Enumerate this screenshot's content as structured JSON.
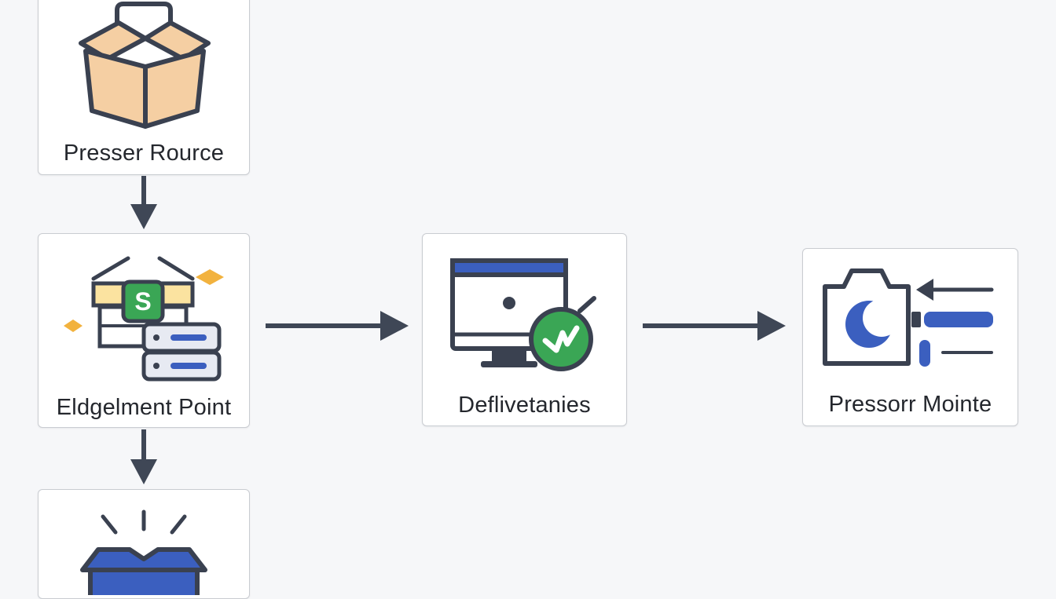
{
  "diagram": {
    "nodes": {
      "source": {
        "label": "Presser Rource",
        "icon": "open-box-icon"
      },
      "engagement": {
        "label": "Eldgelment Point",
        "icon": "server-exchange-icon"
      },
      "deliverables": {
        "label": "Deflivetanies",
        "icon": "monitor-check-icon"
      },
      "monitor": {
        "label": "Pressorr Mointe",
        "icon": "camera-input-icon"
      },
      "output": {
        "label": "",
        "icon": "open-blue-box-icon"
      }
    },
    "edges": [
      {
        "from": "source",
        "to": "engagement"
      },
      {
        "from": "engagement",
        "to": "deliverables"
      },
      {
        "from": "deliverables",
        "to": "monitor"
      },
      {
        "from": "engagement",
        "to": "output"
      }
    ]
  },
  "colors": {
    "stroke": "#3a4150",
    "arrow": "#3f4756",
    "box_fill": "#f5cfa3",
    "blue": "#3b5fbf",
    "green": "#3aa655",
    "yellow_light": "#fbe3a0",
    "orange_spark": "#f2b23e",
    "server_fill": "#e7eaf2"
  }
}
